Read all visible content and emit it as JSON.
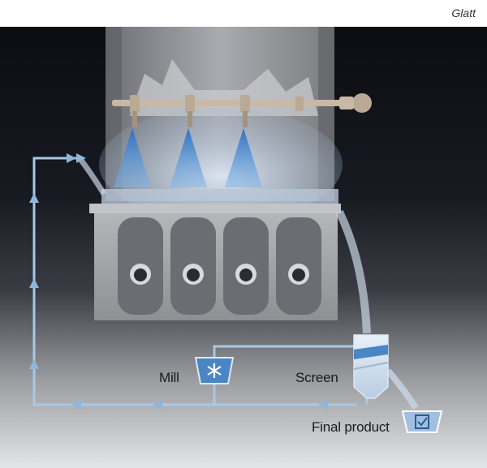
{
  "credit": "Glatt",
  "labels": {
    "mill": "Mill",
    "screen": "Screen",
    "final_product": "Final product"
  },
  "colors": {
    "flow_line": "#a9c8e4",
    "arrow": "#8fb6dc",
    "spray": "#3f8fd8",
    "machine": "#8a8c90",
    "mill_box": "#4a86c4"
  }
}
